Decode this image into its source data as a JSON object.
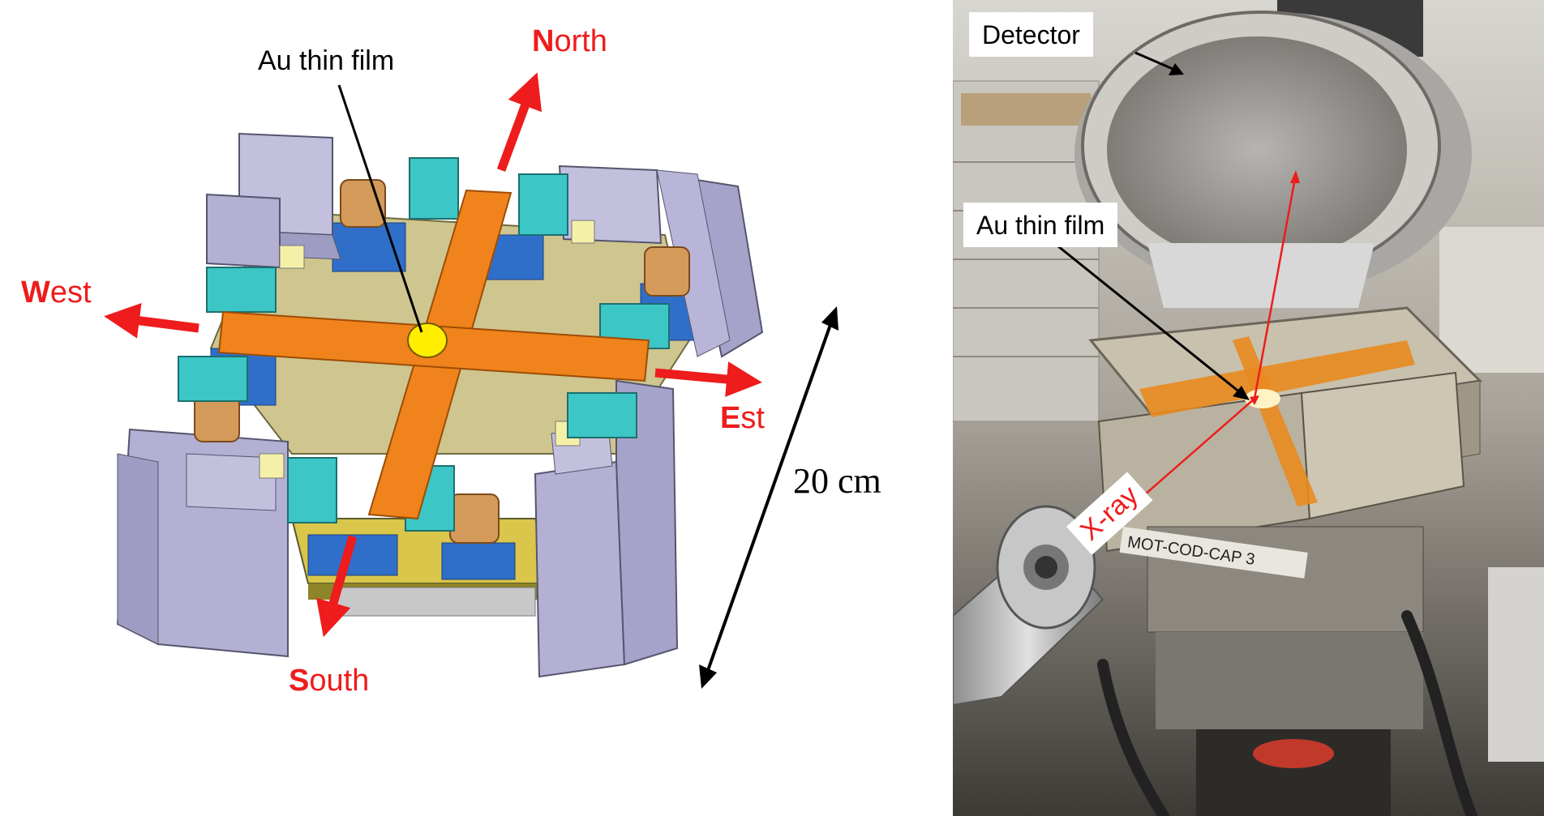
{
  "diagram": {
    "au_film_label": "Au thin film",
    "directions": {
      "north": {
        "initial": "N",
        "rest": "orth"
      },
      "west": {
        "initial": "W",
        "rest": "est"
      },
      "east": {
        "initial": "E",
        "rest": "st"
      },
      "south": {
        "initial": "S",
        "rest": "outh"
      }
    },
    "scale_label": "20 cm"
  },
  "photo": {
    "detector_label": "Detector",
    "au_film_label": "Au thin film",
    "xray_label": "X-ray",
    "tag_label": "MOT-COD-CAP  3"
  },
  "colors": {
    "arrow_red": "#ee1c1c",
    "cross_orange": "#f0831c",
    "clamp_cyan": "#3cc6c6",
    "frame_lavender": "#b3b0d3",
    "film_yellow": "#ffee00"
  }
}
